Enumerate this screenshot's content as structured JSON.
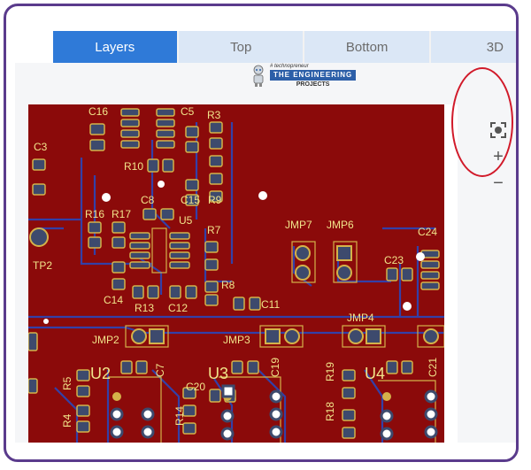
{
  "tabs": [
    {
      "label": "Layers",
      "active": true
    },
    {
      "label": "Top",
      "active": false
    },
    {
      "label": "Bottom",
      "active": false
    },
    {
      "label": "3D",
      "active": false
    }
  ],
  "logo": {
    "tagline": "# technopreneur",
    "band": "THE ENGINEERING",
    "sub": "PROJECTS"
  },
  "controls": {
    "fit_icon": "focus-icon",
    "zoom_in": "+",
    "zoom_out": "−"
  },
  "pcb": {
    "labels": [
      "C16",
      "C5",
      "R3",
      "C3",
      "R10",
      "C15",
      "R9",
      "C8",
      "R16",
      "R17",
      "U5",
      "R7",
      "JMP7",
      "JMP6",
      "C24",
      "TP2",
      "C23",
      "C14",
      "R13",
      "C12",
      "R8",
      "C11",
      "JMP4",
      "JMP2",
      "JMP3",
      "U2",
      "C7",
      "U3",
      "C19",
      "U4",
      "C21",
      "R5",
      "R19",
      "C20",
      "R4",
      "R14",
      "R18"
    ],
    "colors": {
      "board": "#8b0a0a",
      "trace": "#3340a8",
      "pad": "#3d4a6d",
      "copper": "#d4b24a",
      "silk": "#f1e48a"
    }
  },
  "colors": {
    "accent": "#2f7ad8",
    "frame": "#5a3b8c",
    "annotation": "#d11a2a"
  }
}
